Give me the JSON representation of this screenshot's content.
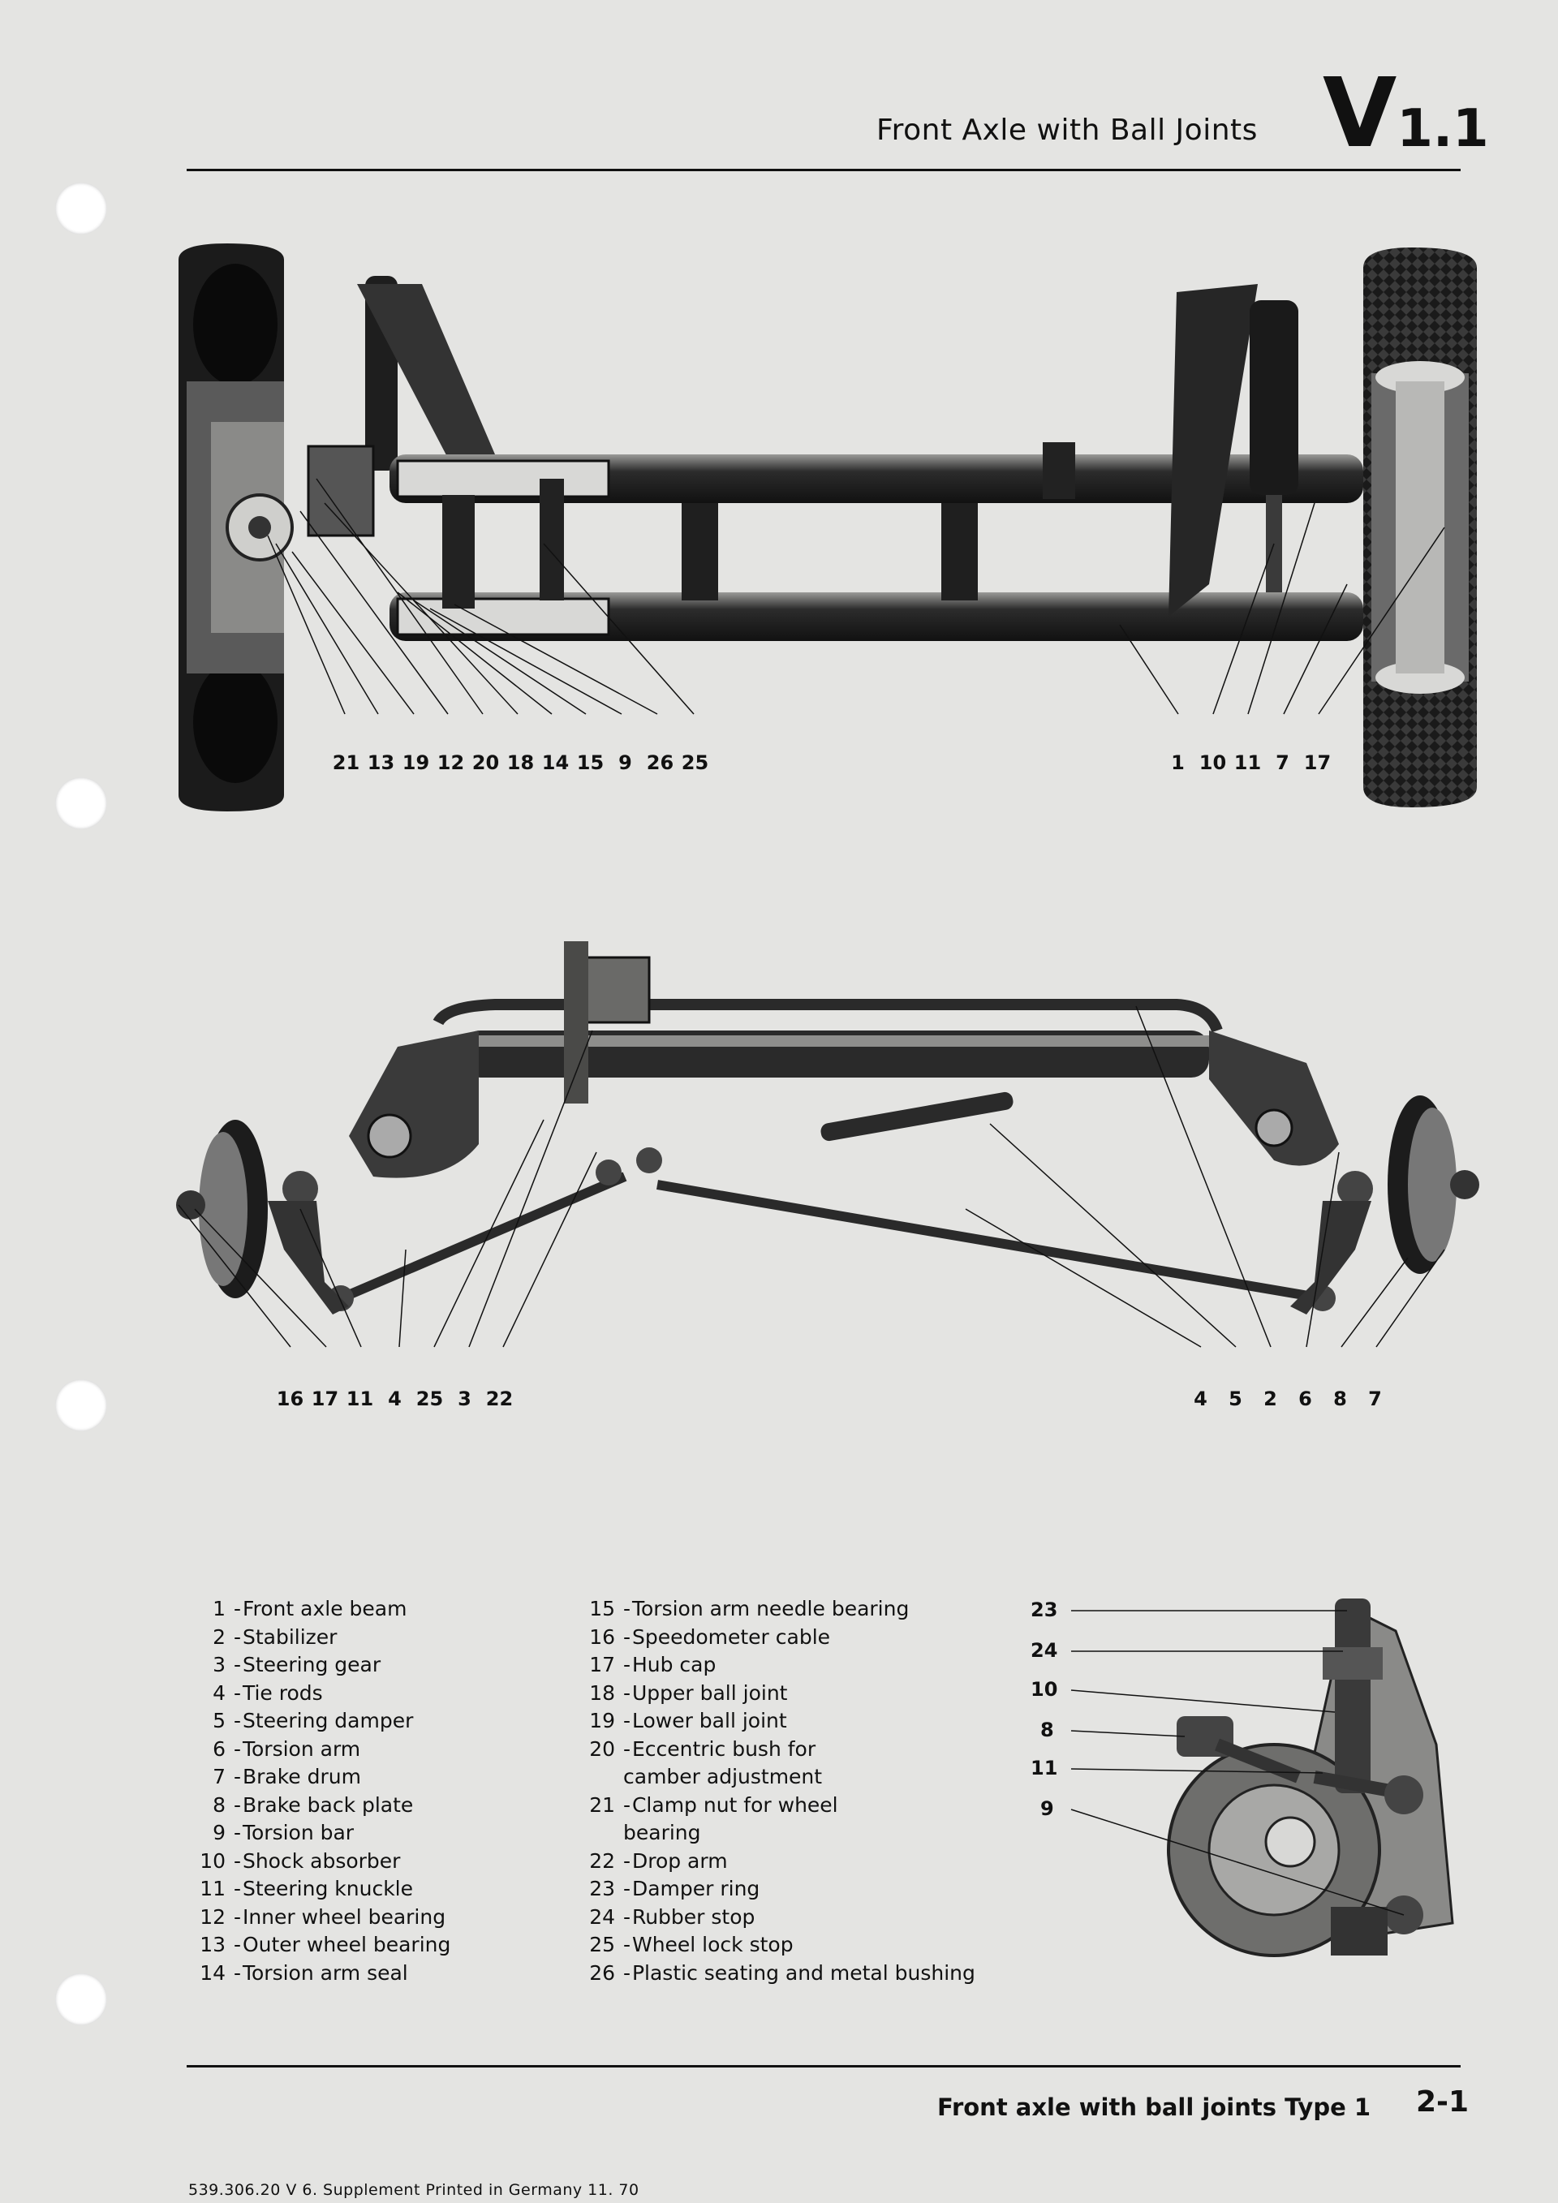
{
  "header": {
    "title": "Front Axle with Ball Joints",
    "section_letter": "V",
    "section_number": "1.1"
  },
  "figure_top": {
    "callouts_left": [
      "21",
      "13",
      "19",
      "12",
      "20",
      "18",
      "14",
      "15",
      "9",
      "26",
      "25"
    ],
    "callouts_right": [
      "1",
      "10",
      "11",
      "7",
      "17"
    ]
  },
  "figure_middle": {
    "callouts_left": [
      "16",
      "17",
      "11",
      "4",
      "25",
      "3",
      "22"
    ],
    "callouts_right": [
      "4",
      "5",
      "2",
      "6",
      "8",
      "7"
    ]
  },
  "figure_inset": {
    "labels": [
      "23",
      "24",
      "10",
      "8",
      "11",
      "9"
    ]
  },
  "legend": {
    "col1": [
      {
        "num": "1",
        "text": "Front axle beam"
      },
      {
        "num": "2",
        "text": "Stabilizer"
      },
      {
        "num": "3",
        "text": "Steering gear"
      },
      {
        "num": "4",
        "text": "Tie rods"
      },
      {
        "num": "5",
        "text": "Steering damper"
      },
      {
        "num": "6",
        "text": "Torsion arm"
      },
      {
        "num": "7",
        "text": "Brake drum"
      },
      {
        "num": "8",
        "text": "Brake back plate"
      },
      {
        "num": "9",
        "text": "Torsion bar"
      },
      {
        "num": "10",
        "text": "Shock absorber"
      },
      {
        "num": "11",
        "text": "Steering knuckle"
      },
      {
        "num": "12",
        "text": "Inner wheel bearing"
      },
      {
        "num": "13",
        "text": "Outer wheel bearing"
      },
      {
        "num": "14",
        "text": "Torsion arm seal"
      }
    ],
    "col2": [
      {
        "num": "15",
        "text": "Torsion arm needle bearing"
      },
      {
        "num": "16",
        "text": "Speedometer cable"
      },
      {
        "num": "17",
        "text": "Hub cap"
      },
      {
        "num": "18",
        "text": "Upper ball joint"
      },
      {
        "num": "19",
        "text": "Lower ball joint"
      },
      {
        "num": "20",
        "text": "Eccentric bush for",
        "cont": "camber adjustment"
      },
      {
        "num": "21",
        "text": "Clamp nut for wheel",
        "cont": "bearing"
      },
      {
        "num": "22",
        "text": "Drop arm"
      },
      {
        "num": "23",
        "text": "Damper ring"
      },
      {
        "num": "24",
        "text": "Rubber stop"
      },
      {
        "num": "25",
        "text": "Wheel lock stop"
      },
      {
        "num": "26",
        "text": "Plastic seating and metal bushing"
      }
    ]
  },
  "footer": {
    "caption": "Front axle with ball joints Type 1",
    "page": "2-1",
    "meta": "539.306.20  V  6. Supplement  Printed in Germany  11. 70"
  }
}
